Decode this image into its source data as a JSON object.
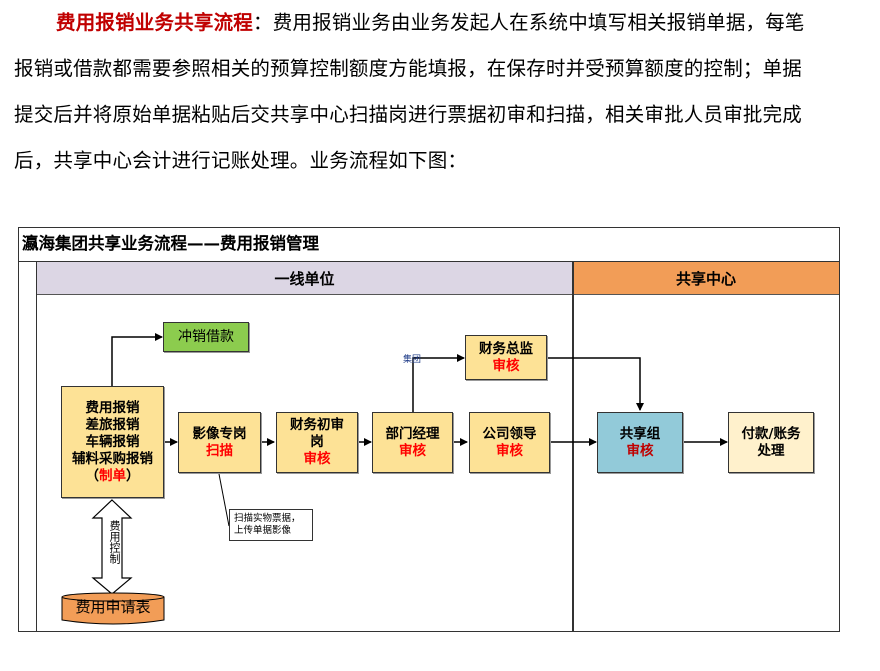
{
  "intro": {
    "lead": "费用报销业务共享流程",
    "lines": [
      "：费用报销业务由业务发起人在系统中填写相关报销单据，每笔",
      "报销或借款都需要参照相关的预算控制额度方能填报，在保存时并受预算额度的控制；单据",
      "提交后并将原始单据粘贴后交共享中心扫描岗进行票据初审和扫描，相关审批人员审批完成",
      "后，共享中心会计进行记账处理。业务流程如下图："
    ]
  },
  "diagram": {
    "title": "瀛海集团共享业务流程——费用报销管理",
    "lanes": [
      {
        "label": "一线单位",
        "color": "#dcd6e4"
      },
      {
        "label": "共享中心",
        "color": "#f29d57"
      }
    ],
    "nodes": {
      "origin": {
        "lines": [
          "费用报销",
          "差旅报销",
          "车辆报销",
          "辅料采购报销"
        ],
        "paren_open": "（",
        "action": "制单",
        "paren_close": "）"
      },
      "offset_loan": {
        "label": "冲销借款"
      },
      "imaging": {
        "label": "影像专岗",
        "action": "扫描"
      },
      "finance_first": {
        "label_1": "财务初审",
        "label_2": "岗",
        "action": "审核"
      },
      "dept_manager": {
        "label": "部门经理",
        "action": "审核"
      },
      "company_leader": {
        "label": "公司领导",
        "action": "审核"
      },
      "finance_director": {
        "label": "财务总监",
        "action": "审核"
      },
      "shared_group": {
        "label": "共享组",
        "action": "审核"
      },
      "payment": {
        "label_1": "付款/账务",
        "label_2": "处理"
      },
      "expense_form": {
        "label": "费用申请表"
      }
    },
    "annotations": {
      "scan_note_1": "扫描实物票据，",
      "scan_note_2": "上传单据影像",
      "group_branch": "集团",
      "cost_control": "费用控制"
    },
    "colors": {
      "node_yellow": "#fde296",
      "node_green": "#8ccc4e",
      "node_blue": "#92cad9",
      "node_cream": "#fff1cc",
      "cylinder_orange": "#f29d57",
      "action_red": "#ff0000",
      "lead_red": "#c00000"
    }
  }
}
